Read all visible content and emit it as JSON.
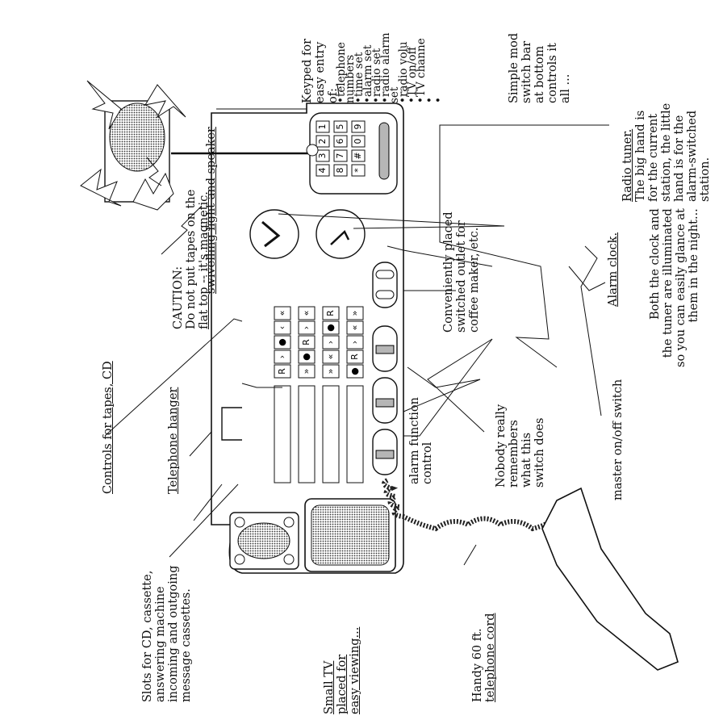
{
  "labels": {
    "swivel": "swivelling light and speaker",
    "tapes": "Controls for tapes, CD",
    "hanger": "Telephone hanger",
    "caution": [
      "CAUTION:",
      "Do not put tapes on the",
      "flat top -- it's magnetic."
    ],
    "slots": [
      "Slots for CD, cassette,",
      "answering machine",
      "incoming and outgoing",
      "message cassettes."
    ],
    "tv": [
      "Small TV",
      "placed for",
      "easy viewing..."
    ],
    "cord": [
      "Handy 60 ft.",
      "telephone cord"
    ],
    "alarm_fn": [
      "alarm function",
      "control"
    ],
    "nobody": [
      "Nobody really",
      "remembers",
      "what this",
      "switch does"
    ],
    "master": "master on/off switch",
    "outlet": [
      "Conveniently placed",
      "switched outlet for",
      "coffee maker, etc."
    ],
    "alarm_clock": "Alarm clock.",
    "keypad_title": [
      "Keyped for",
      "easy entry",
      "of:"
    ],
    "keypad_list": [
      "•telephone",
      "   numbers",
      "•time set",
      "•alarm set",
      "•radio set",
      "•radio alarm",
      "   set",
      "•radio volu",
      "•TV on/off",
      "•TV channe",
      "•",
      "•"
    ],
    "simple": [
      "Simple mod",
      "switch bar",
      "at bottom",
      "controls it",
      "all ..."
    ],
    "radio": [
      "Radio tuner.",
      "The big hand is",
      "for the current",
      "station, the little",
      "hand is for the",
      "alarm-switched",
      "station."
    ],
    "illum": [
      "Both the clock and",
      "the tuner are illuminated",
      "so you can easily glance at",
      "them in the night..."
    ]
  },
  "keypad_keys": [
    "1",
    "2",
    "3",
    "4",
    "5",
    "6",
    "7",
    "8",
    "9",
    "0",
    "#",
    "*"
  ],
  "tape_rows": [
    [
      "«",
      "‹",
      "●",
      "›",
      "R"
    ],
    [
      "«",
      "›",
      "R",
      "●",
      "»"
    ],
    [
      "R",
      "●",
      "›",
      "«",
      "»"
    ],
    [
      "»",
      "«",
      "›",
      "R",
      "●"
    ]
  ]
}
